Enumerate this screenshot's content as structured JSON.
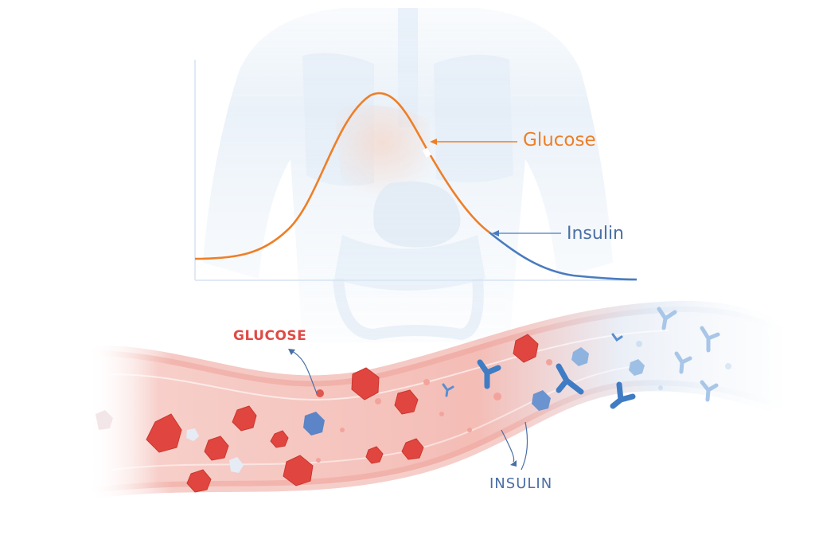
{
  "diagram": {
    "title": "",
    "graph": {
      "curve_label_glucose": "Glucose",
      "curve_label_insulin": "Insulin",
      "colors": {
        "glucose": "#ee7f27",
        "insulin": "#4a7bbf",
        "axis": "#d6e4f2"
      }
    },
    "vessel": {
      "label_glucose": "GLUCOSE",
      "label_insulin": "INSULIN",
      "colors": {
        "glucose_particle": "#e0463f",
        "insulin_particle": "#3f7cc4",
        "vessel_wall": "#f4b8b2",
        "vessel_fade": "#e4eef8"
      }
    },
    "background": {
      "torso_color": "#e6f0f9"
    }
  },
  "chart_data": {
    "type": "line",
    "title": "",
    "xlabel": "",
    "ylabel": "",
    "grid": false,
    "series": [
      {
        "name": "Glucose",
        "color": "#ee7f27",
        "x": [
          0,
          0.1,
          0.2,
          0.3,
          0.35,
          0.4,
          0.45,
          0.5,
          0.55,
          0.6,
          0.65,
          0.7
        ],
        "y": [
          0.12,
          0.15,
          0.25,
          0.55,
          0.8,
          1.0,
          0.85,
          0.55,
          0.35,
          0.25,
          0.2,
          0.2
        ]
      },
      {
        "name": "Insulin",
        "color": "#4a7bbf",
        "x": [
          0.67,
          0.75,
          0.85,
          1.0
        ],
        "y": [
          0.24,
          0.12,
          0.04,
          0.0
        ]
      }
    ],
    "annotations": [
      "Glucose",
      "Insulin"
    ]
  }
}
